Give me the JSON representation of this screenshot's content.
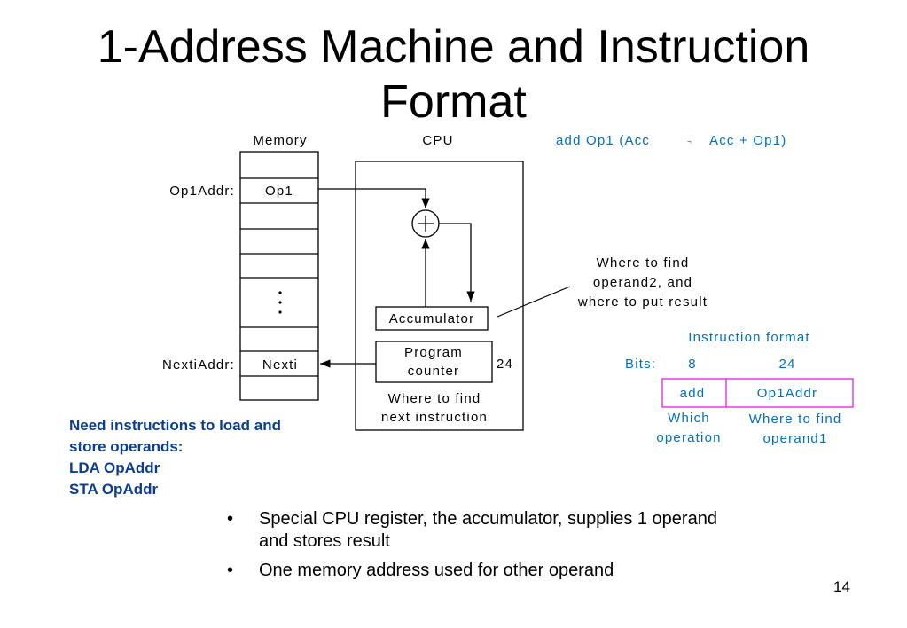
{
  "slide": {
    "title_line1": "1-Address Machine and Instruction",
    "title_line2": "Format",
    "page_number": "14"
  },
  "diagram": {
    "memory_label": "Memory",
    "cpu_label": "CPU",
    "op1addr_label": "Op1Addr:",
    "op1_cell": "Op1",
    "ellipsis": "·\n·\n·",
    "nextiaddr_label": "NextiAddr:",
    "nexti_cell": "Nexti",
    "accumulator": "Accumulator",
    "program_counter_line1": "Program",
    "program_counter_line2": "counter",
    "pc_bits": "24",
    "where_next_line1": "Where to find",
    "where_next_line2": "next instruction",
    "where_op2_line1": "Where to find",
    "where_op2_line2": "operand2, and",
    "where_op2_line3": "where to put result",
    "operation_text": "add  Op1  (Acc",
    "arrow_glyph": "¬",
    "operation_text2": "Acc + Op1)",
    "format_title": "Instruction format",
    "bits_label": "Bits:",
    "bits_opcode": "8",
    "bits_address": "24",
    "field_opcode": "add",
    "field_address": "Op1Addr",
    "which_line1": "Which",
    "which_line2": "operation",
    "where_op1_line1": "Where to find",
    "where_op1_line2": "operand1"
  },
  "note": {
    "line1": "Need instructions to load and",
    "line2": "store operands:",
    "line3": "LDA OpAddr",
    "line4": "STA OpAddr"
  },
  "bullets": [
    {
      "symbol": "•",
      "text_line1": "Special CPU register, the accumulator, supplies 1 operand",
      "text_line2": "and stores result"
    },
    {
      "symbol": "•",
      "text_line1": "One memory address used for other operand",
      "text_line2": ""
    }
  ],
  "colors": {
    "blue_text": "#0070c0",
    "format_box": "#e020e0",
    "note_text": "#0b3d91"
  }
}
